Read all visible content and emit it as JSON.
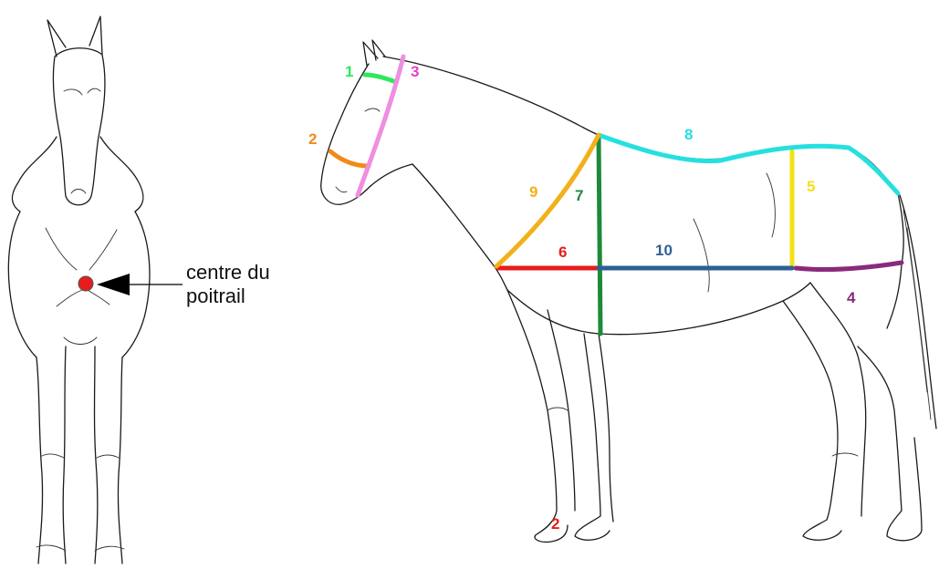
{
  "caption": {
    "line1": "centre du",
    "line2": "poitrail"
  },
  "measurements": [
    {
      "id": "1",
      "color": "#2ee85a"
    },
    {
      "id": "2",
      "color": "#f08a1a"
    },
    {
      "id": "3",
      "color": "#e23fc8"
    },
    {
      "id": "4",
      "color": "#8a2a7a"
    },
    {
      "id": "5",
      "color": "#f2e21a"
    },
    {
      "id": "6",
      "color": "#e81c1c"
    },
    {
      "id": "7",
      "color": "#1d8a3a"
    },
    {
      "id": "8",
      "color": "#26e0e0"
    },
    {
      "id": "9",
      "color": "#f2b01a"
    },
    {
      "id": "10",
      "color": "#2e5f96"
    },
    {
      "id": "2",
      "color": "#e81c1c"
    }
  ],
  "marker": {
    "color": "#e81c1c"
  },
  "line_colors": {
    "neck_loop_3": "#f08ee0",
    "arrow": "#000000"
  }
}
